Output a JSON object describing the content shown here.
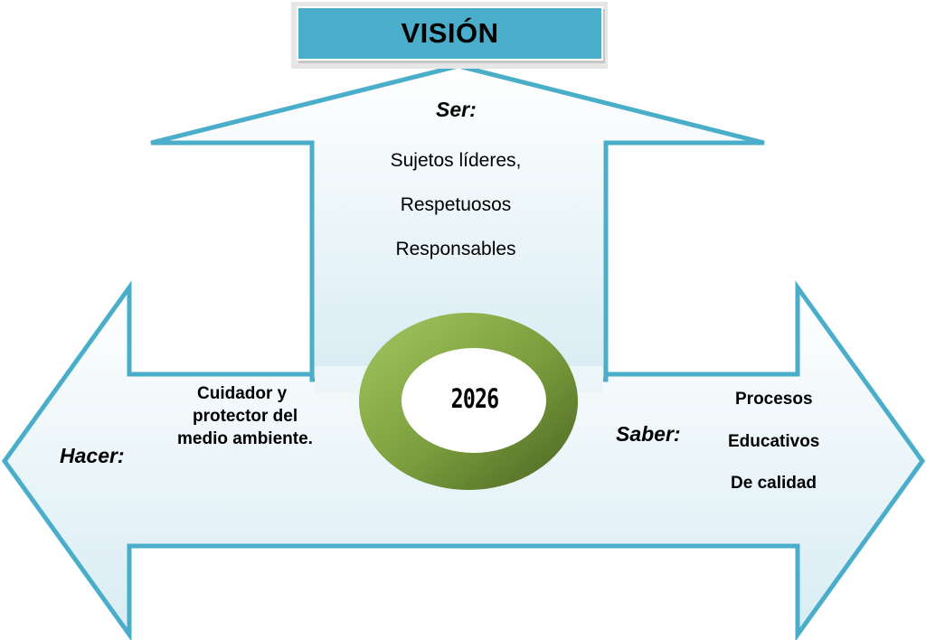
{
  "title": "VISIÓN",
  "center": {
    "year": "2026"
  },
  "ser": {
    "heading": "Ser:",
    "lines": [
      "Sujetos líderes,",
      "Respetuosos",
      "Responsables"
    ]
  },
  "hacer": {
    "heading": "Hacer:",
    "lines": [
      "Cuidador  y",
      "protector del",
      "medio ambiente."
    ]
  },
  "saber": {
    "heading": "Saber:",
    "lines": [
      "Procesos",
      "Educativos",
      "De calidad"
    ]
  },
  "colors": {
    "arrow_stroke": "#4aadc9",
    "title_fill": "#4aadc9",
    "arrow_fill_light": "#ffffff",
    "arrow_fill_dark": "#d8ecf3",
    "ring_light": "#9cbf5a",
    "ring_dark": "#4f6a28"
  }
}
